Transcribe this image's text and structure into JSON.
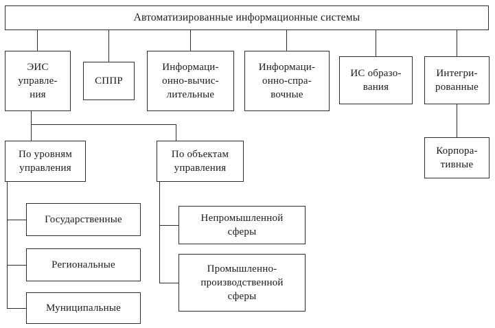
{
  "diagram": {
    "title": "Автоматизированные информационные системы",
    "colors": {
      "background": "#ffffff",
      "border": "#2b2b2b",
      "text": "#1a1a1a",
      "line": "#2b2b2b"
    },
    "nodes": {
      "root": {
        "label": "Автоматизированные информационные системы"
      },
      "eis": {
        "label": "ЭИС\nуправле-\nния"
      },
      "sppr": {
        "label": "СППР"
      },
      "inf_vych": {
        "label": "Информаци-\nонно-вычис-\nлительные"
      },
      "inf_sprav": {
        "label": "Информаци-\nонно-спра-\nвочные"
      },
      "is_obraz": {
        "label": "ИС образо-\nвания"
      },
      "integr": {
        "label": "Интегри-\nрованные"
      },
      "po_urovnyam": {
        "label": "По уровням\nуправления"
      },
      "po_obektam": {
        "label": "По объектам\nуправления"
      },
      "korporativnye": {
        "label": "Корпора-\nтивные"
      },
      "gosudarstvennye": {
        "label": "Государственные"
      },
      "regionalnye": {
        "label": "Региональные"
      },
      "municipalnye": {
        "label": "Муниципальные"
      },
      "nepromyshlennoj": {
        "label": "Непромышленной\nсферы"
      },
      "promyshlenno": {
        "label": "Промышленно-\nпроизводственной\nсферы"
      }
    }
  }
}
